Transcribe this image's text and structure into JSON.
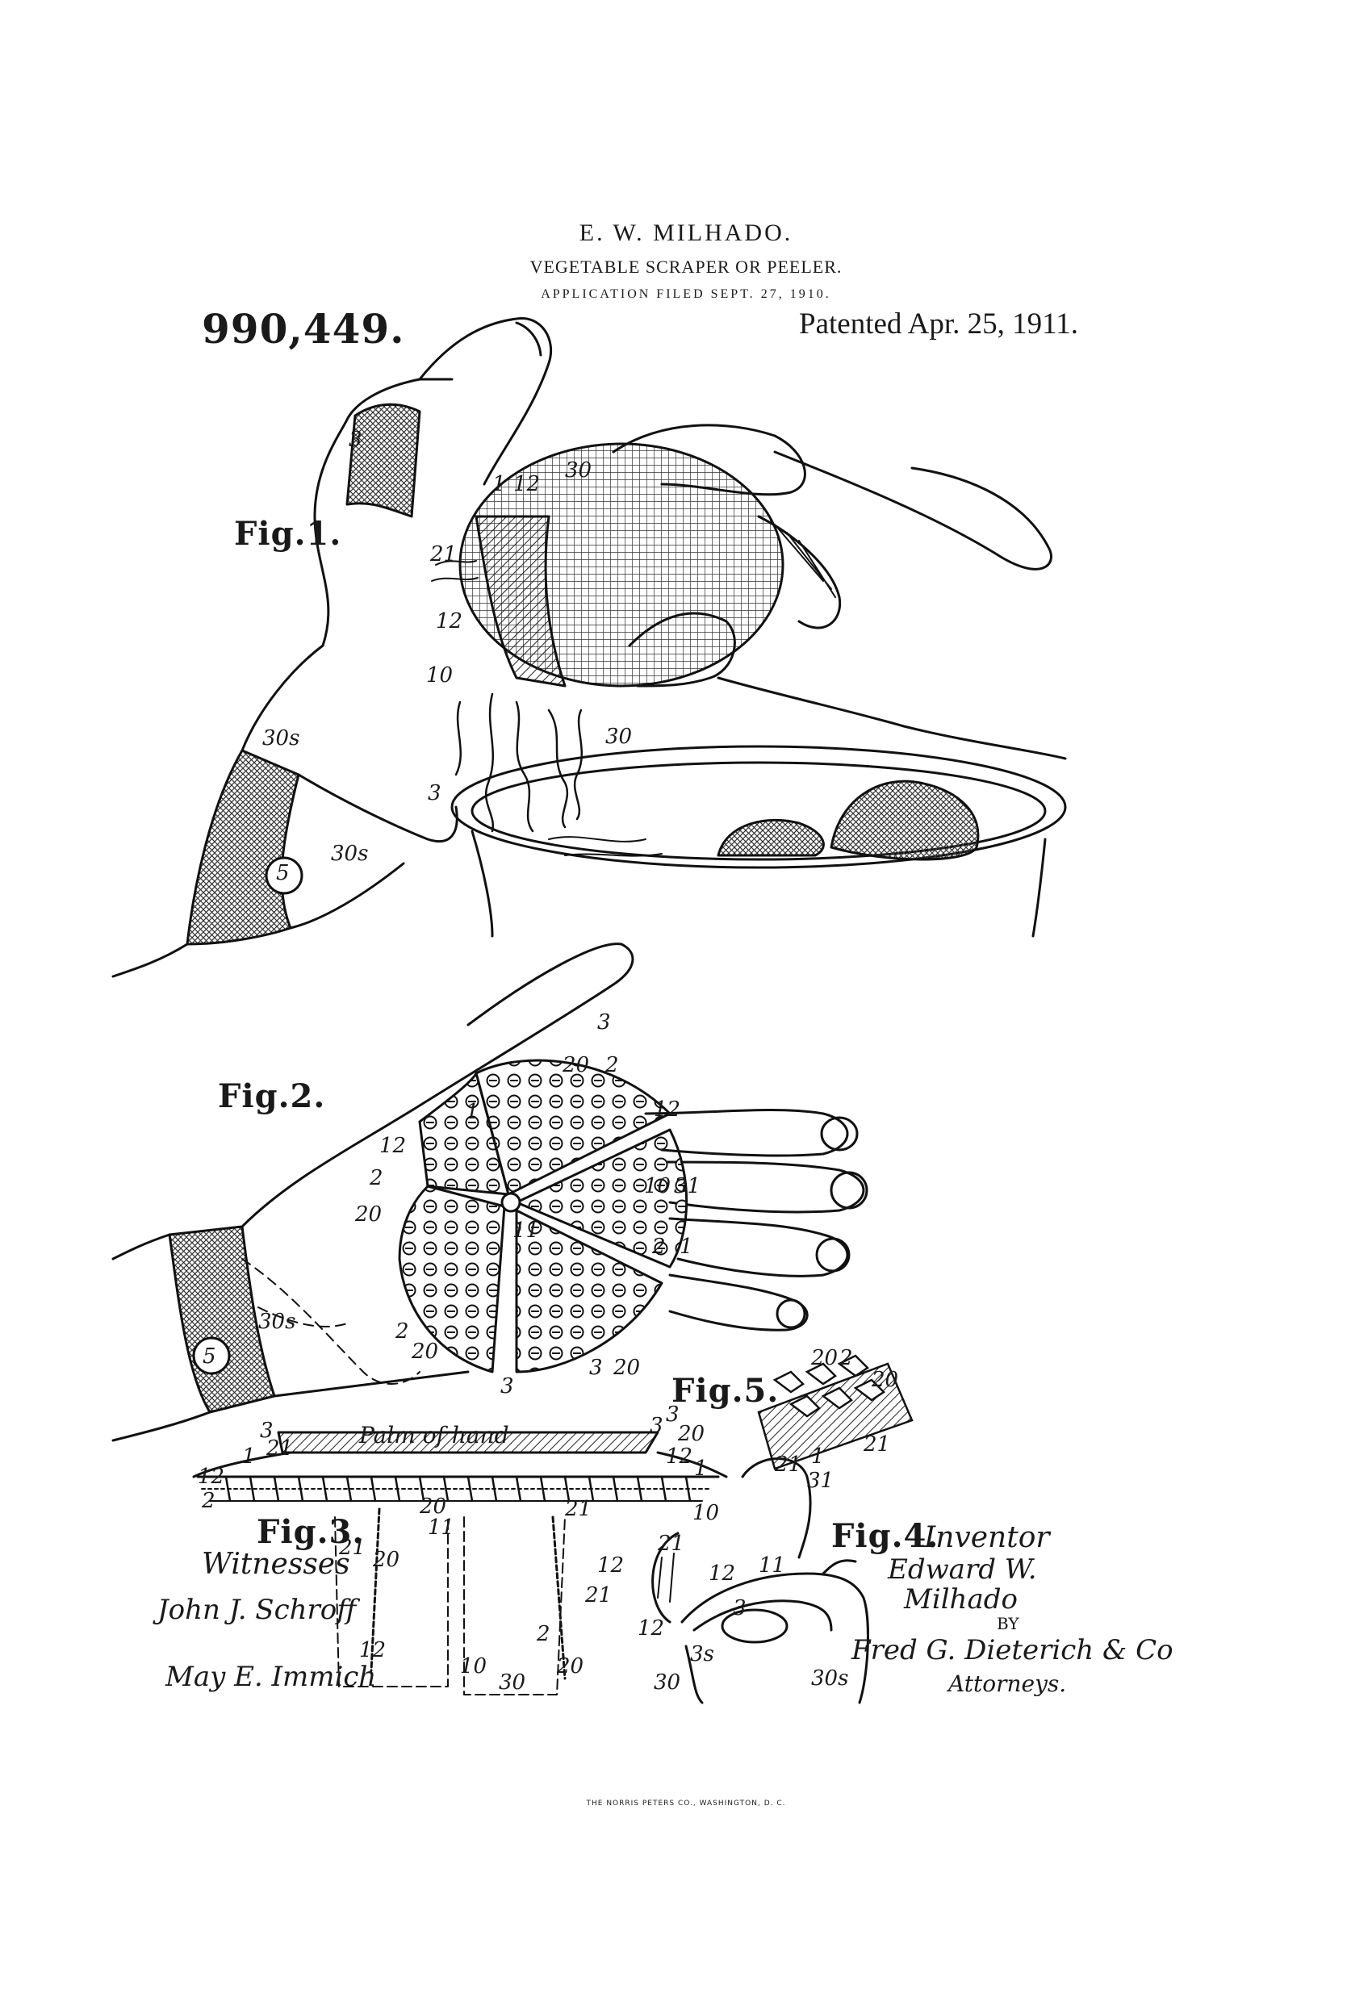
{
  "header": {
    "inventor": "E. W. MILHADO.",
    "title": "VEGETABLE SCRAPER OR PEELER.",
    "filed": "APPLICATION FILED SEPT. 27, 1910.",
    "patent_number": "990,449.",
    "patent_date": "Patented Apr. 25, 1911."
  },
  "figures": {
    "fig1": "Fig.1.",
    "fig2": "Fig.2.",
    "fig3": "Fig.3.",
    "fig4": "Fig.4.",
    "fig5": "Fig.5."
  },
  "annotations": {
    "palm_label": "Palm of hand",
    "witnesses": "Witnesses",
    "witness1": "John J. Schroff",
    "witness2": "May E. Immich",
    "inventor_label": "Inventor",
    "inventor_sig1": "Edward W.",
    "inventor_sig2": "Milhado",
    "by": "BY",
    "attorney_sig": "Fred G. Dieterich & Co",
    "attorneys": "Attorneys."
  },
  "reference_numerals": {
    "fig1": [
      "3",
      "1",
      "12",
      "30",
      "21",
      "12",
      "10",
      "30",
      "3",
      "30s",
      "30s",
      "5"
    ],
    "fig2": [
      "3",
      "20",
      "2",
      "12",
      "1",
      "12",
      "2",
      "10",
      "31",
      "20",
      "11",
      "2",
      "1",
      "2",
      "20",
      "3",
      "3",
      "20",
      "30s",
      "5"
    ],
    "fig3": [
      "3",
      "1",
      "21",
      "12",
      "2",
      "20",
      "11",
      "21",
      "20",
      "12",
      "10",
      "30",
      "2",
      "20",
      "21",
      "12",
      "21",
      "1",
      "12",
      "3"
    ],
    "fig4": [
      "10",
      "31",
      "21",
      "12",
      "11",
      "3",
      "12",
      "3s",
      "30",
      "30s"
    ],
    "fig5": [
      "20",
      "2",
      "20",
      "3",
      "21",
      "1",
      "21",
      "20"
    ]
  },
  "footer": "THE NORRIS PETERS CO., WASHINGTON, D. C."
}
